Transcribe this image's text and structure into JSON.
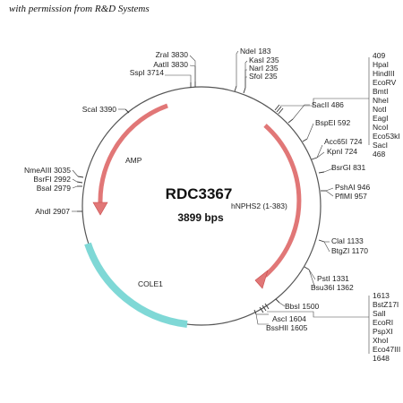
{
  "credit": "with permission from R&D Systems",
  "plasmid": {
    "name": "RDC3367",
    "size": "3899 bps"
  },
  "features": [
    {
      "label": "AMP"
    },
    {
      "label": "hNPHS2 (1-383)"
    },
    {
      "label": "COLE1"
    }
  ],
  "sites": [
    {
      "label": "ZraI 3830"
    },
    {
      "label": "AatII 3830"
    },
    {
      "label": "SspI 3714"
    },
    {
      "label": "NdeI 183"
    },
    {
      "label": "KasI 235"
    },
    {
      "label": "NarI 235"
    },
    {
      "label": "SfoI 235"
    },
    {
      "label": "ScaI 3390"
    },
    {
      "label": "SacII 486"
    },
    {
      "label": "BspEI 592"
    },
    {
      "label": "Acc65I 724"
    },
    {
      "label": "KpnI 724"
    },
    {
      "label": "BsrGI 831"
    },
    {
      "label": "PshAI 946"
    },
    {
      "label": "PflMI 957"
    },
    {
      "label": "NmeAIII 3035"
    },
    {
      "label": "BsrFI 2992"
    },
    {
      "label": "BsaI 2979"
    },
    {
      "label": "AhdI 2907"
    },
    {
      "label": "ClaI 1133"
    },
    {
      "label": "BtgZI 1170"
    },
    {
      "label": "PstI 1331"
    },
    {
      "label": "Bsu36I 1362"
    },
    {
      "label": "BbsI 1500"
    },
    {
      "label": "AscI 1604"
    },
    {
      "label": "BssHII 1605"
    }
  ],
  "mcs_top": [
    "409",
    "HpaI",
    "HindIII",
    "EcoRV",
    "BmtI",
    "NheI",
    "NotI",
    "EagI",
    "NcoI",
    "Eco53kI",
    "SacI",
    "468"
  ],
  "mcs_bottom": [
    "1613",
    "BstZ17I",
    "SalI",
    "EcoRI",
    "PspXI",
    "XhoI",
    "Eco47III",
    "1648"
  ]
}
